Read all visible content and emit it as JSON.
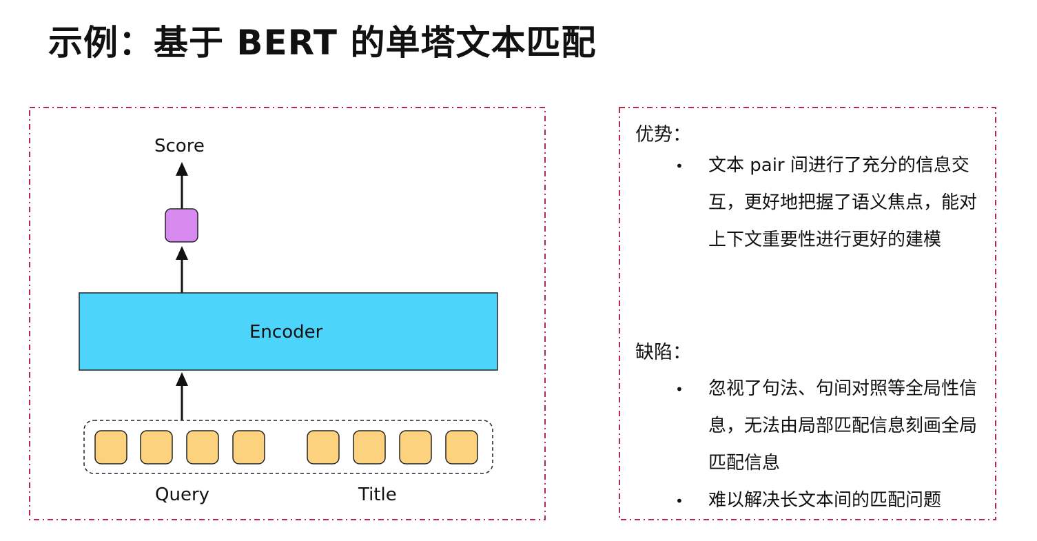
{
  "slide": {
    "title": "示例：基于 BERT 的单塔文本匹配"
  },
  "diagram": {
    "score_label": "Score",
    "encoder_label": "Encoder",
    "query_label": "Query",
    "title_label": "Title",
    "colors": {
      "encoder_fill": "#4dd4fb",
      "token_fill": "#fcd27e",
      "score_node_fill": "#d98af0",
      "border_dashdot": "#b02a45"
    }
  },
  "notes": {
    "advantages_heading": "优势：",
    "advantages": [
      "文本 pair 间进行了充分的信息交互，更好地把握了语义焦点，能对上下文重要性进行更好的建模"
    ],
    "disadvantages_heading": "缺陷：",
    "disadvantages": [
      "忽视了句法、句间对照等全局性信息，无法由局部匹配信息刻画全局匹配信息",
      "难以解决长文本间的匹配问题"
    ],
    "bullet_char": "•"
  }
}
